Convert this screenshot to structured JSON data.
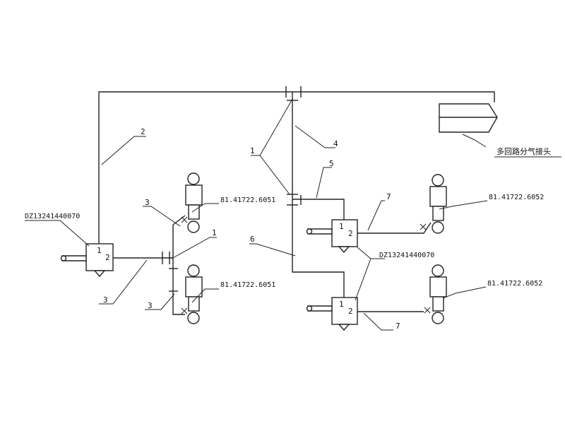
{
  "part_numbers": {
    "relay_valve": "DZ13241440070",
    "brake_chamber_front": "81.41722.6051",
    "brake_chamber_rear": "81.41722.6052"
  },
  "multi_circuit_connector_label": "多回路分气接头",
  "callouts": {
    "c1": "1",
    "c2": "2",
    "c3": "3",
    "c4": "4",
    "c5": "5",
    "c6": "6",
    "c7": "7"
  },
  "port_labels": {
    "p1": "1",
    "p2": "2"
  },
  "colors": {
    "line": "#222222",
    "background": "#ffffff"
  }
}
